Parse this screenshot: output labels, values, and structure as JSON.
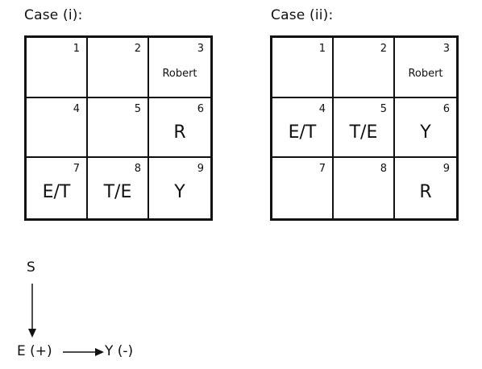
{
  "cases": [
    {
      "title": "Case (i):",
      "cells": [
        {
          "num": "1",
          "big": "",
          "name": ""
        },
        {
          "num": "2",
          "big": "",
          "name": ""
        },
        {
          "num": "3",
          "big": "",
          "name": "Robert"
        },
        {
          "num": "4",
          "big": "",
          "name": ""
        },
        {
          "num": "5",
          "big": "",
          "name": ""
        },
        {
          "num": "6",
          "big": "R",
          "name": ""
        },
        {
          "num": "7",
          "big": "E/T",
          "name": ""
        },
        {
          "num": "8",
          "big": "T/E",
          "name": ""
        },
        {
          "num": "9",
          "big": "Y",
          "name": ""
        }
      ]
    },
    {
      "title": "Case (ii):",
      "cells": [
        {
          "num": "1",
          "big": "",
          "name": ""
        },
        {
          "num": "2",
          "big": "",
          "name": ""
        },
        {
          "num": "3",
          "big": "",
          "name": "Robert"
        },
        {
          "num": "4",
          "big": "E/T",
          "name": ""
        },
        {
          "num": "5",
          "big": "T/E",
          "name": ""
        },
        {
          "num": "6",
          "big": "Y",
          "name": ""
        },
        {
          "num": "7",
          "big": "",
          "name": ""
        },
        {
          "num": "8",
          "big": "",
          "name": ""
        },
        {
          "num": "9",
          "big": "R",
          "name": ""
        }
      ]
    }
  ],
  "legend": {
    "s": "S",
    "e": "E (+)",
    "y": "Y (-)"
  }
}
